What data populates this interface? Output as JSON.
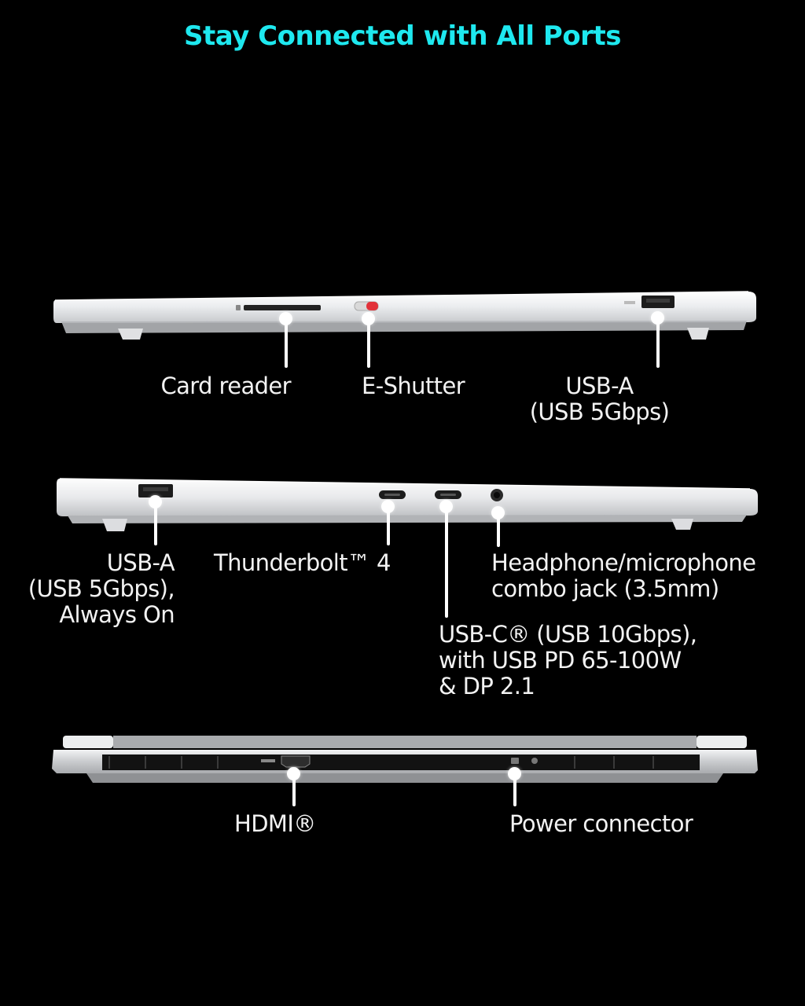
{
  "title": "Stay Connected with All Ports",
  "side_view_1": {
    "card_reader": [
      "Card reader"
    ],
    "e_shutter": [
      "E-Shutter"
    ],
    "usb_a_right": [
      "USB-A",
      "(USB 5Gbps)"
    ]
  },
  "side_view_2": {
    "usb_a_left": [
      "USB-A",
      "(USB 5Gbps),",
      "Always On"
    ],
    "thunderbolt": [
      "Thunderbolt™ 4"
    ],
    "headphone": [
      "Headphone/microphone",
      "combo jack (3.5mm)"
    ],
    "usb_c": [
      "USB-C® (USB 10Gbps),",
      "with USB PD 65-100W",
      "& DP 2.1"
    ]
  },
  "rear_view": {
    "hdmi": [
      "HDMI®"
    ],
    "power": [
      "Power connector"
    ]
  },
  "colors": {
    "title": "#1ee8ef",
    "background": "#000000",
    "laptop_body": "#e6e7e9",
    "eshutter_indicator": "#e2323a"
  }
}
